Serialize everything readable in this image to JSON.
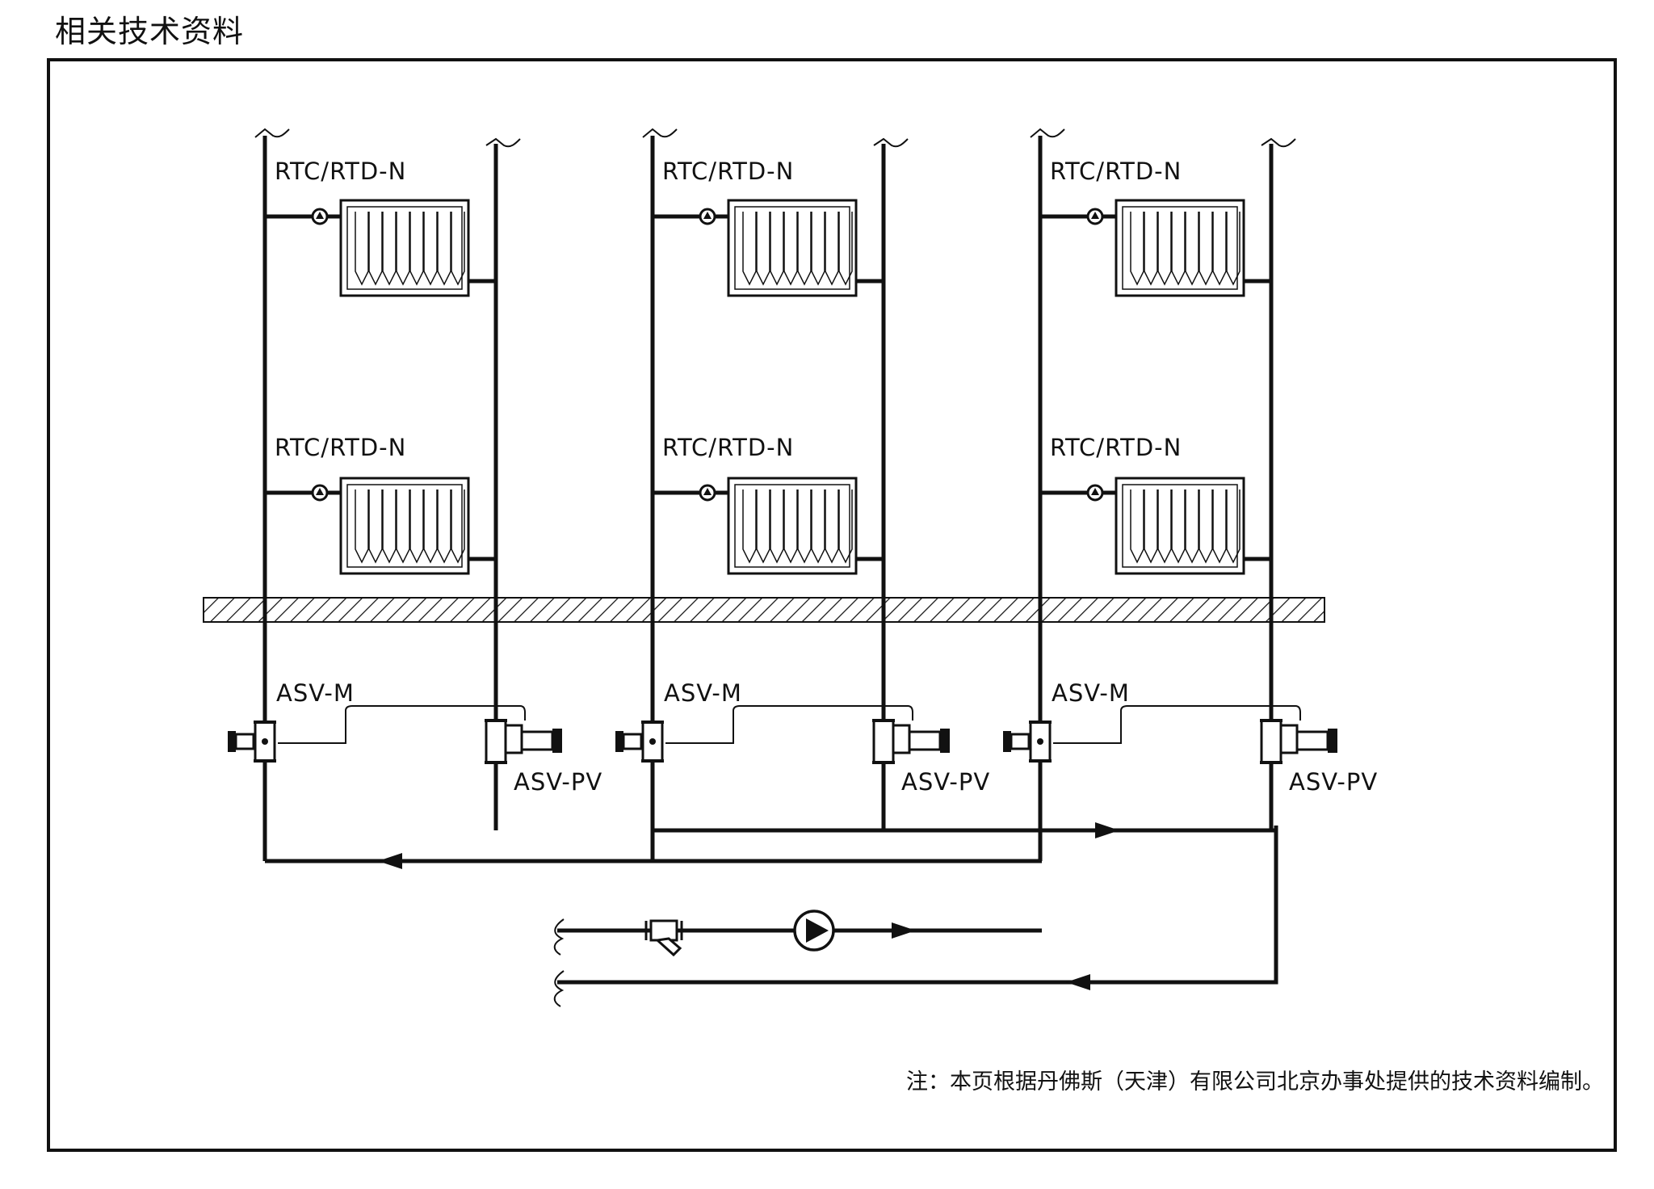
{
  "page_title": "相关技术资料",
  "labels": {
    "thermostatic_valve": "RTC/RTD-N",
    "partner_valve": "ASV-M",
    "pressure_valve": "ASV-PV"
  },
  "note": "注：本页根据丹佛斯（天津）有限公司北京办事处提供的技术资料编制。",
  "icons": {
    "radiator": "radiator-icon",
    "thermostatic_valve": "thermostatic-valve-icon",
    "partner_valve": "asv-m-valve-icon",
    "pressure_valve": "asv-pv-valve-icon",
    "strainer": "strainer-icon",
    "pump": "pump-icon",
    "flow_arrow": "flow-arrow-icon",
    "pipe_break": "pipe-break-icon"
  },
  "colors": {
    "line": "#111111",
    "background": "#ffffff"
  }
}
